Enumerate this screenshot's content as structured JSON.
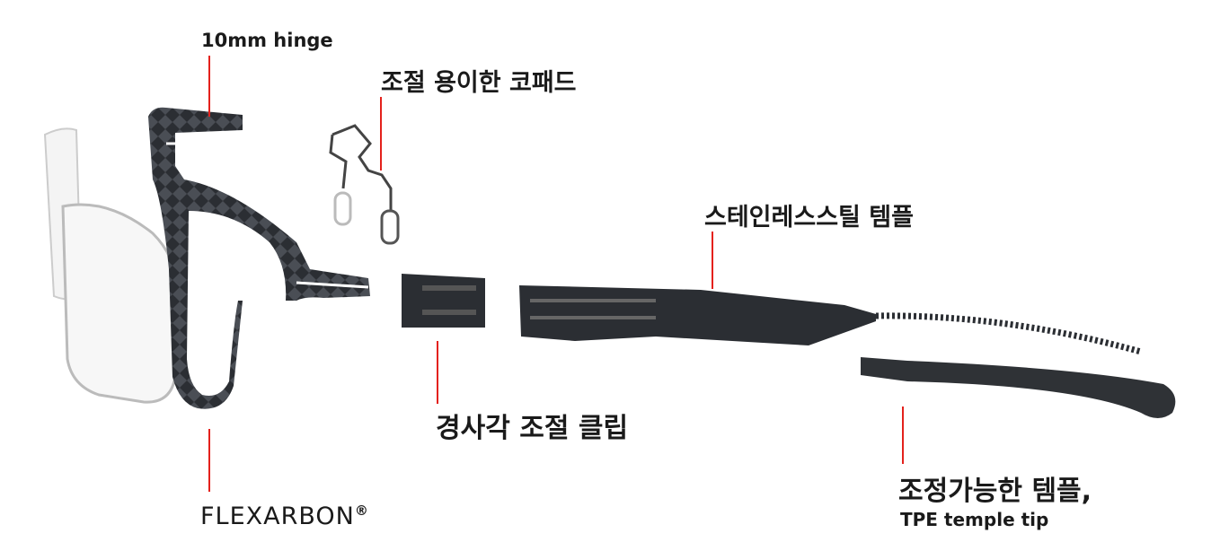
{
  "labels": {
    "hinge": "10mm hinge",
    "nose_pad": "조절 용이한 코패드",
    "steel_temple": "스테인레스스틸 템플",
    "clip": "경사각 조절 클립",
    "brand": "FLEXARBON",
    "brand_mark": "®",
    "temple_tip_ko": "조정가능한 템플,",
    "temple_tip_en": "TPE temple tip"
  },
  "colors": {
    "leader": "#e4211c",
    "frame": "#2b2e33",
    "text": "#1a1a1a"
  }
}
